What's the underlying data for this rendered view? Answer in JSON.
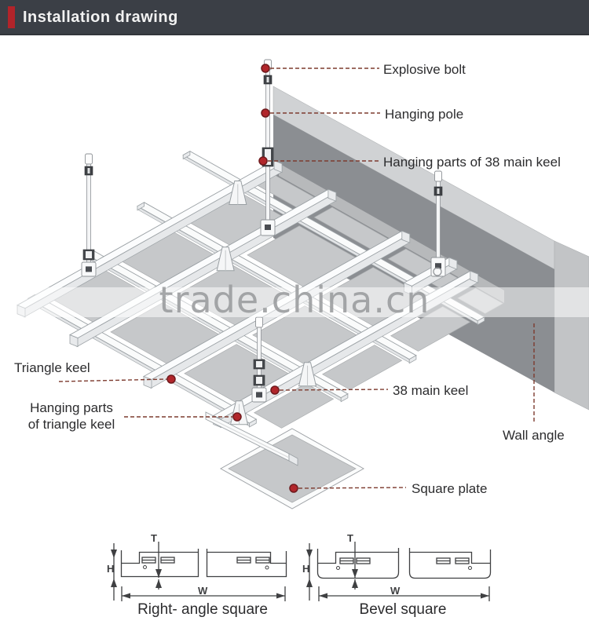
{
  "header": {
    "title": "Installation drawing"
  },
  "watermark": {
    "text": "trade.china.cn"
  },
  "annotations": {
    "explosive_bolt": "Explosive bolt",
    "hanging_pole": "Hanging pole",
    "hanging_parts_38_main_keel": "Hanging parts of 38 main keel",
    "triangle_keel": "Triangle keel",
    "hanging_parts_triangle_line1": "Hanging parts",
    "hanging_parts_triangle_line2": "of triangle keel",
    "main_keel_38": "38 main keel",
    "wall_angle": "Wall angle",
    "square_plate": "Square plate"
  },
  "diagrams": {
    "left": {
      "caption": "Right- angle square",
      "dim_t": "T",
      "dim_h": "H",
      "dim_w": "W"
    },
    "right": {
      "caption": "Bevel square",
      "dim_t": "T",
      "dim_h": "H",
      "dim_w": "W"
    }
  },
  "colors": {
    "header_bg": "#3b3f46",
    "header_accent": "#b2242a",
    "leader_line": "#7d3b2f",
    "leader_dot": "#b1262b",
    "wall_face": "#8b8e92",
    "panel": "#c6c8ca"
  }
}
